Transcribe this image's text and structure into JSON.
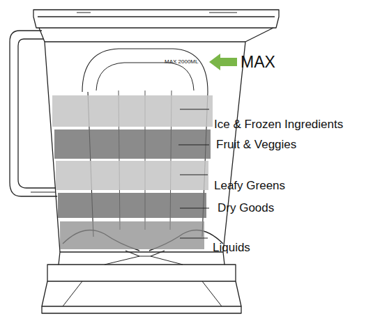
{
  "diagram": {
    "labels": [
      "MAX 2000ML",
      "MAX",
      "Ice & Frozen Ingredients",
      "Fruit & Veggies",
      "Leafy Greens",
      "Dry Goods",
      "Liquids"
    ]
  }
}
